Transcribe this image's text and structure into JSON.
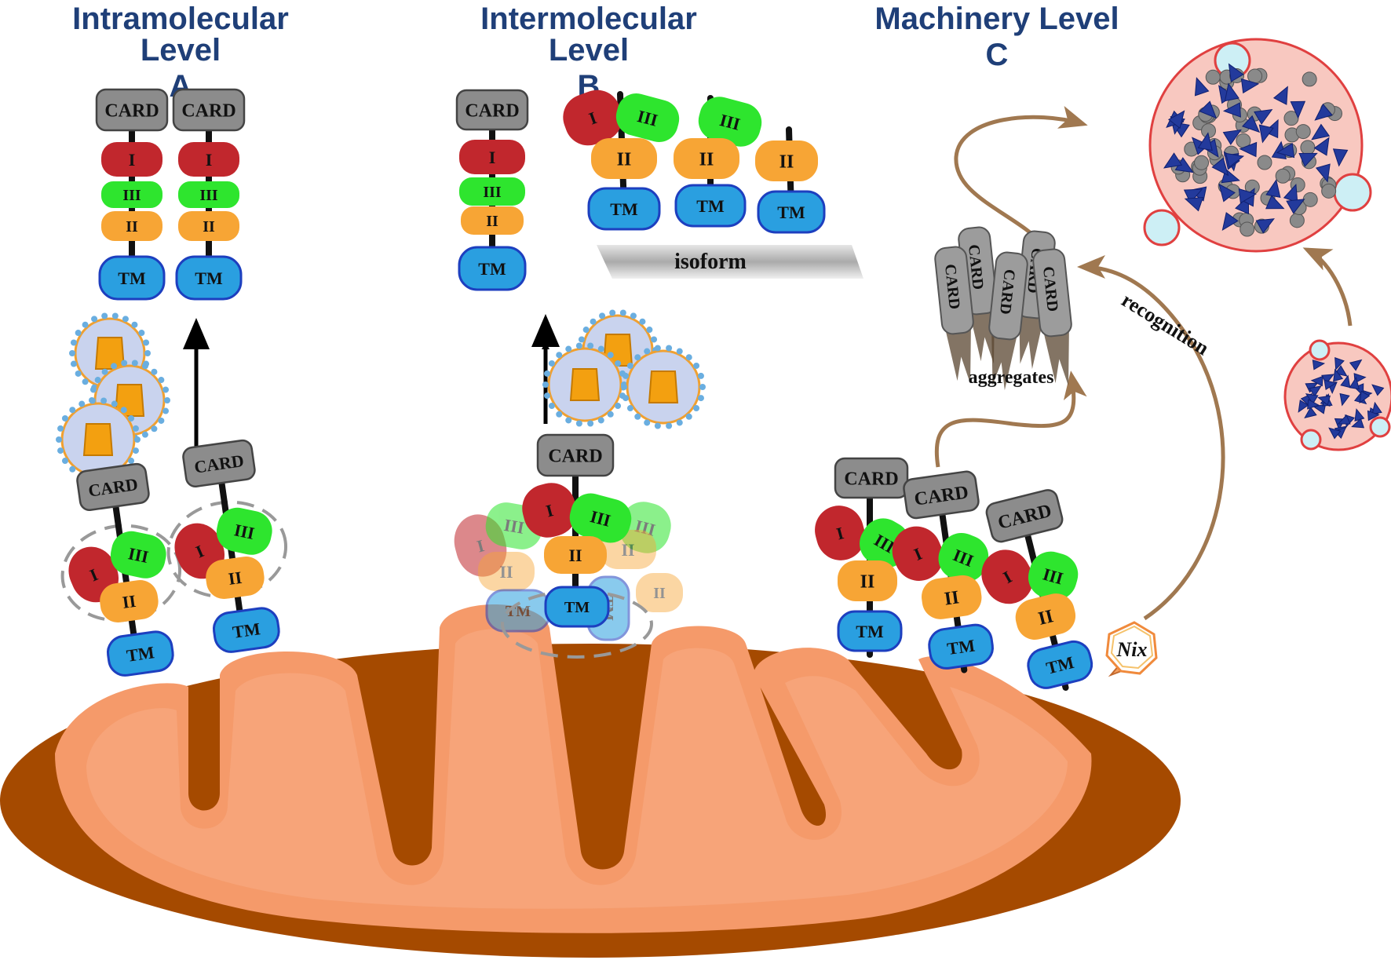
{
  "headings": {
    "a_level": "Intramolecular Level",
    "a_letter": "A",
    "b_level": "Intermolecular Level",
    "b_letter": "B",
    "c_level": "Machinery Level",
    "c_letter": "C"
  },
  "domain_labels": {
    "card": "CARD",
    "d1": "I",
    "d2": "II",
    "d3": "III",
    "tm": "TM"
  },
  "annotations": {
    "isoform": "isoform",
    "aggregates": "aggregates",
    "recognition": "recognition",
    "nix": "Nix"
  },
  "colors": {
    "card": "#8c8c8c",
    "domain_I": "#c1272d",
    "domain_II": "#f7a535",
    "domain_III": "#2ee52e",
    "tm": "#2a9fe0",
    "heading": "#1f3f78",
    "mito_outer": "#a54a00",
    "mito_inner": "#f59a6a",
    "arrow_brown": "#a07850",
    "autophagosome": "#f8c8c0"
  }
}
